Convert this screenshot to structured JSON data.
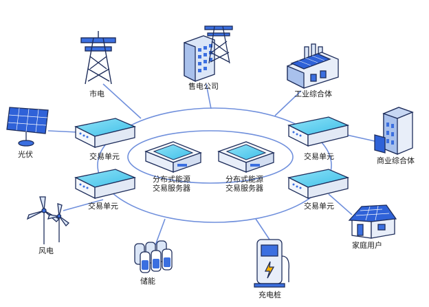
{
  "colors": {
    "line": "#6f8fdc",
    "device_top": "#5ed0f0",
    "device_body": "#f4f7fb",
    "outline": "#1d2c5a",
    "accent_blue": "#3b6fe0",
    "solar": "#2f62d8",
    "icon_light": "#dbe6f7"
  },
  "nodes": {
    "grid": {
      "label": "市电",
      "icon": "transmission-tower"
    },
    "utility": {
      "label": "售电公司",
      "icon": "building-with-tower"
    },
    "industrial": {
      "label": "工业综合体",
      "icon": "factory"
    },
    "solar": {
      "label": "光伏",
      "icon": "solar-panel"
    },
    "commercial": {
      "label": "商业综合体",
      "icon": "office-building"
    },
    "wind": {
      "label": "风电",
      "icon": "wind-turbine"
    },
    "storage": {
      "label": "储能",
      "icon": "battery-cells"
    },
    "charger": {
      "label": "充电桩",
      "icon": "ev-charger"
    },
    "home": {
      "label": "家庭用户",
      "icon": "house"
    }
  },
  "trading_units": [
    {
      "label": "交易单元"
    },
    {
      "label": "交易单元"
    },
    {
      "label": "交易单元"
    },
    {
      "label": "交易单元"
    }
  ],
  "servers": [
    {
      "line1": "分布式能源",
      "line2": "交易服务器"
    },
    {
      "line1": "分布式能源",
      "line2": "交易服务器"
    }
  ]
}
